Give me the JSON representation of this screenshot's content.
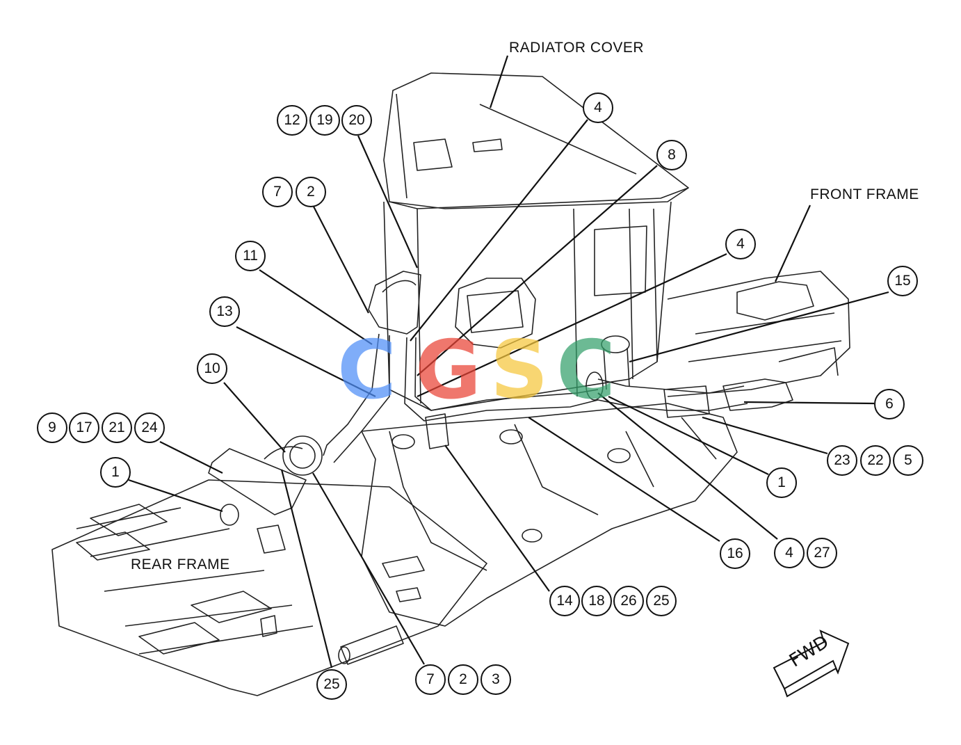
{
  "labels": {
    "radiator_cover": "RADIATOR COVER",
    "front_frame": "FRONT FRAME",
    "rear_frame": "REAR FRAME",
    "fwd": "FWD"
  },
  "watermark": {
    "letters": [
      "C",
      "G",
      "S",
      "C"
    ],
    "colors": [
      "#4f8ef7",
      "#ea4335",
      "#f6c73c",
      "#34a06b"
    ]
  },
  "callouts": {
    "c12": "12",
    "c19": "19",
    "c20": "20",
    "c7a": "7",
    "c2a": "2",
    "c11": "11",
    "c13": "13",
    "c10": "10",
    "c9": "9",
    "c17": "17",
    "c21": "21",
    "c24": "24",
    "c1a": "1",
    "c25a": "25",
    "c7b": "7",
    "c2b": "2",
    "c3": "3",
    "c14": "14",
    "c18": "18",
    "c26": "26",
    "c25b": "25",
    "c16": "16",
    "c4c": "4",
    "c27": "27",
    "c1b": "1",
    "c23": "23",
    "c22": "22",
    "c5": "5",
    "c6": "6",
    "c15": "15",
    "c4b": "4",
    "c8": "8",
    "c4a": "4"
  }
}
